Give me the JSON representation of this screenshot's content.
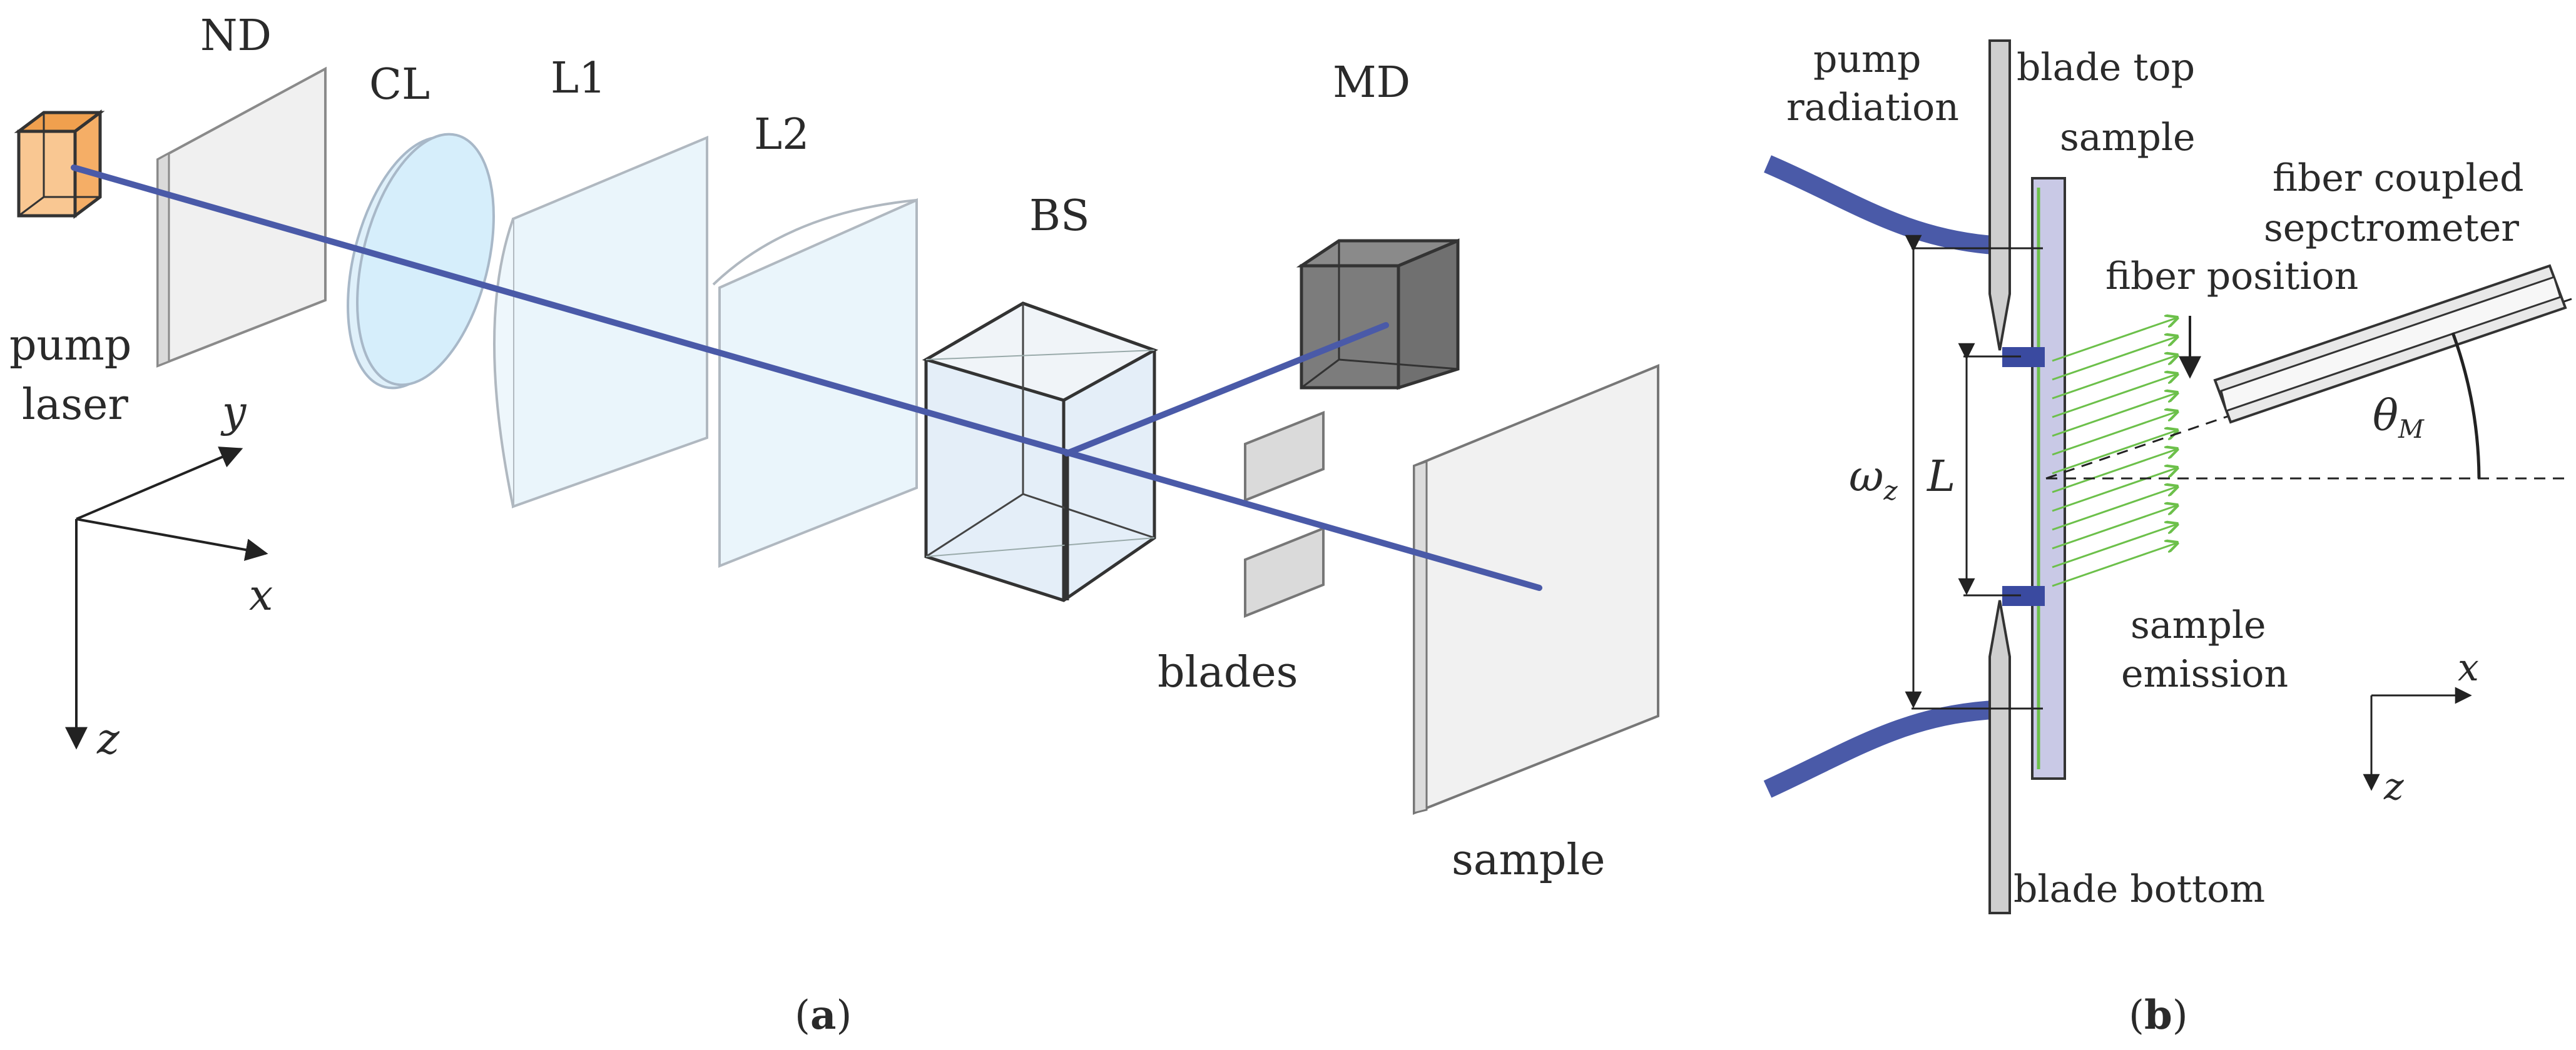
{
  "panel_a": {
    "caption_open": "(",
    "caption_letter": "a",
    "caption_close": ")",
    "labels": {
      "nd": "ND",
      "cl": "CL",
      "l1": "L1",
      "l2": "L2",
      "bs": "BS",
      "md": "MD",
      "pump": "pump",
      "laser": "laser",
      "blades": "blades",
      "sample": "sample"
    },
    "axes": {
      "x": "x",
      "y": "y",
      "z": "z"
    }
  },
  "panel_b": {
    "caption_open": "(",
    "caption_letter": "b",
    "caption_close": ")",
    "labels": {
      "pump": "pump",
      "radiation": "radiation",
      "blade_top": "blade top",
      "sample": "sample",
      "fiber_coupled": "fiber coupled",
      "spectrometer": "sepctrometer",
      "fiber_position": "fiber position",
      "omega": "ω",
      "omega_sub": "z",
      "L": "L",
      "theta": "θ",
      "theta_sub": "M",
      "sample_emission_1": "sample",
      "sample_emission_2": "emission",
      "blade_bottom": "blade bottom"
    },
    "axes": {
      "x": "x",
      "z": "z"
    }
  },
  "colors": {
    "beam": "#4a5aa8",
    "emission": "#6cc04a",
    "laser_face": "#f7c08a",
    "laser_top": "#f0a050",
    "cube_dark": "#808080",
    "glass": "#e8f4fb",
    "sample_strip": "#c9c9e6"
  }
}
